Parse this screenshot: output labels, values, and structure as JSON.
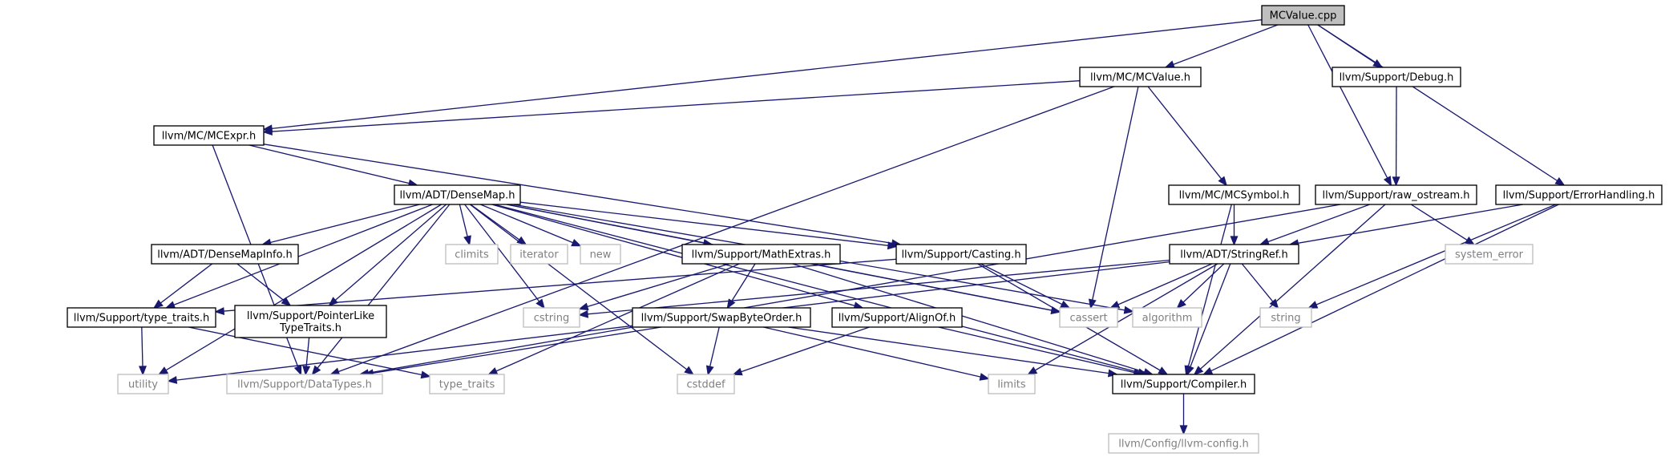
{
  "diagram": {
    "colors": {
      "edge": "#191970",
      "root_fill": "#bfbfbf",
      "system_header_border": "#bfbfbf",
      "system_header_text": "#7f7f7f"
    },
    "nodes": [
      {
        "id": "mcvalue_cpp",
        "label": [
          "MCValue.cpp"
        ],
        "kind": "root"
      },
      {
        "id": "mc_mcvalue_h",
        "label": [
          "llvm/MC/MCValue.h"
        ],
        "kind": "local"
      },
      {
        "id": "support_debug_h",
        "label": [
          "llvm/Support/Debug.h"
        ],
        "kind": "local"
      },
      {
        "id": "support_raw_ostream_h",
        "label": [
          "llvm/Support/raw_ostream.h"
        ],
        "kind": "local"
      },
      {
        "id": "support_errorhandling_h",
        "label": [
          "llvm/Support/ErrorHandling.h"
        ],
        "kind": "local"
      },
      {
        "id": "mc_mcexpr_h",
        "label": [
          "llvm/MC/MCExpr.h"
        ],
        "kind": "local"
      },
      {
        "id": "mc_mcsymbol_h",
        "label": [
          "llvm/MC/MCSymbol.h"
        ],
        "kind": "local"
      },
      {
        "id": "adt_densemap_h",
        "label": [
          "llvm/ADT/DenseMap.h"
        ],
        "kind": "local"
      },
      {
        "id": "system_error",
        "label": [
          "system_error"
        ],
        "kind": "system"
      },
      {
        "id": "adt_densemapinfo_h",
        "label": [
          "llvm/ADT/DenseMapInfo.h"
        ],
        "kind": "local"
      },
      {
        "id": "climits",
        "label": [
          "climits"
        ],
        "kind": "system"
      },
      {
        "id": "iterator",
        "label": [
          "iterator"
        ],
        "kind": "system"
      },
      {
        "id": "new",
        "label": [
          "new"
        ],
        "kind": "system"
      },
      {
        "id": "support_mathextras_h",
        "label": [
          "llvm/Support/MathExtras.h"
        ],
        "kind": "local"
      },
      {
        "id": "support_casting_h",
        "label": [
          "llvm/Support/Casting.h"
        ],
        "kind": "local"
      },
      {
        "id": "adt_stringref_h",
        "label": [
          "llvm/ADT/StringRef.h"
        ],
        "kind": "local"
      },
      {
        "id": "support_type_traits_h",
        "label": [
          "llvm/Support/type_traits.h"
        ],
        "kind": "local"
      },
      {
        "id": "support_pointerliketypetraits_h",
        "label": [
          "llvm/Support/PointerLike",
          "TypeTraits.h"
        ],
        "kind": "local"
      },
      {
        "id": "cstring",
        "label": [
          "cstring"
        ],
        "kind": "system"
      },
      {
        "id": "support_swapbyteorder_h",
        "label": [
          "llvm/Support/SwapByteOrder.h"
        ],
        "kind": "local"
      },
      {
        "id": "support_alignof_h",
        "label": [
          "llvm/Support/AlignOf.h"
        ],
        "kind": "local"
      },
      {
        "id": "cassert",
        "label": [
          "cassert"
        ],
        "kind": "system"
      },
      {
        "id": "algorithm",
        "label": [
          "algorithm"
        ],
        "kind": "system"
      },
      {
        "id": "string",
        "label": [
          "string"
        ],
        "kind": "system"
      },
      {
        "id": "utility",
        "label": [
          "utility"
        ],
        "kind": "system"
      },
      {
        "id": "support_datatypes_h",
        "label": [
          "llvm/Support/DataTypes.h"
        ],
        "kind": "system"
      },
      {
        "id": "type_traits",
        "label": [
          "type_traits"
        ],
        "kind": "system"
      },
      {
        "id": "cstddef",
        "label": [
          "cstddef"
        ],
        "kind": "system"
      },
      {
        "id": "limits",
        "label": [
          "limits"
        ],
        "kind": "system"
      },
      {
        "id": "support_compiler_h",
        "label": [
          "llvm/Support/Compiler.h"
        ],
        "kind": "local"
      },
      {
        "id": "config_llvm_config_h",
        "label": [
          "llvm/Config/llvm-config.h"
        ],
        "kind": "system"
      }
    ],
    "edges": [
      [
        "mcvalue_cpp",
        "mc_mcvalue_h"
      ],
      [
        "mcvalue_cpp",
        "mc_mcexpr_h"
      ],
      [
        "mcvalue_cpp",
        "support_debug_h"
      ],
      [
        "mcvalue_cpp",
        "support_raw_ostream_h"
      ],
      [
        "mcvalue_cpp",
        "support_errorhandling_h"
      ],
      [
        "mc_mcvalue_h",
        "mc_mcexpr_h"
      ],
      [
        "mc_mcvalue_h",
        "mc_mcsymbol_h"
      ],
      [
        "mc_mcvalue_h",
        "cassert"
      ],
      [
        "mc_mcvalue_h",
        "support_datatypes_h"
      ],
      [
        "support_debug_h",
        "support_raw_ostream_h"
      ],
      [
        "support_raw_ostream_h",
        "adt_stringref_h"
      ],
      [
        "support_raw_ostream_h",
        "system_error"
      ],
      [
        "support_raw_ostream_h",
        "support_compiler_h"
      ],
      [
        "support_raw_ostream_h",
        "support_datatypes_h"
      ],
      [
        "support_errorhandling_h",
        "adt_stringref_h"
      ],
      [
        "support_errorhandling_h",
        "string"
      ],
      [
        "support_errorhandling_h",
        "support_compiler_h"
      ],
      [
        "mc_mcexpr_h",
        "adt_densemap_h"
      ],
      [
        "mc_mcexpr_h",
        "support_casting_h"
      ],
      [
        "mc_mcexpr_h",
        "support_datatypes_h"
      ],
      [
        "mc_mcsymbol_h",
        "adt_stringref_h"
      ],
      [
        "mc_mcsymbol_h",
        "support_compiler_h"
      ],
      [
        "adt_densemap_h",
        "adt_densemapinfo_h"
      ],
      [
        "adt_densemap_h",
        "climits"
      ],
      [
        "adt_densemap_h",
        "iterator"
      ],
      [
        "adt_densemap_h",
        "new"
      ],
      [
        "adt_densemap_h",
        "support_mathextras_h"
      ],
      [
        "adt_densemap_h",
        "support_casting_h"
      ],
      [
        "adt_densemap_h",
        "support_type_traits_h"
      ],
      [
        "adt_densemap_h",
        "support_pointerliketypetraits_h"
      ],
      [
        "adt_densemap_h",
        "cstring"
      ],
      [
        "adt_densemap_h",
        "support_alignof_h"
      ],
      [
        "adt_densemap_h",
        "cassert"
      ],
      [
        "adt_densemap_h",
        "algorithm"
      ],
      [
        "adt_densemap_h",
        "utility"
      ],
      [
        "adt_densemap_h",
        "cstddef"
      ],
      [
        "adt_densemap_h",
        "support_compiler_h"
      ],
      [
        "adt_densemap_h",
        "support_datatypes_h"
      ],
      [
        "adt_densemapinfo_h",
        "support_type_traits_h"
      ],
      [
        "adt_densemapinfo_h",
        "support_pointerliketypetraits_h"
      ],
      [
        "support_mathextras_h",
        "support_swapbyteorder_h"
      ],
      [
        "support_mathextras_h",
        "cstring"
      ],
      [
        "support_mathextras_h",
        "type_traits"
      ],
      [
        "support_mathextras_h",
        "cassert"
      ],
      [
        "support_mathextras_h",
        "support_compiler_h"
      ],
      [
        "support_casting_h",
        "support_type_traits_h"
      ],
      [
        "support_casting_h",
        "cassert"
      ],
      [
        "support_casting_h",
        "support_compiler_h"
      ],
      [
        "adt_stringref_h",
        "cstring"
      ],
      [
        "adt_stringref_h",
        "cassert"
      ],
      [
        "adt_stringref_h",
        "algorithm"
      ],
      [
        "adt_stringref_h",
        "string"
      ],
      [
        "adt_stringref_h",
        "utility"
      ],
      [
        "adt_stringref_h",
        "limits"
      ],
      [
        "adt_stringref_h",
        "support_compiler_h"
      ],
      [
        "support_type_traits_h",
        "utility"
      ],
      [
        "support_type_traits_h",
        "type_traits"
      ],
      [
        "support_pointerliketypetraits_h",
        "support_datatypes_h"
      ],
      [
        "support_swapbyteorder_h",
        "cstddef"
      ],
      [
        "support_swapbyteorder_h",
        "limits"
      ],
      [
        "support_swapbyteorder_h",
        "support_compiler_h"
      ],
      [
        "support_swapbyteorder_h",
        "support_datatypes_h"
      ],
      [
        "support_alignof_h",
        "cstddef"
      ],
      [
        "support_alignof_h",
        "support_compiler_h"
      ],
      [
        "support_compiler_h",
        "config_llvm_config_h"
      ]
    ]
  }
}
